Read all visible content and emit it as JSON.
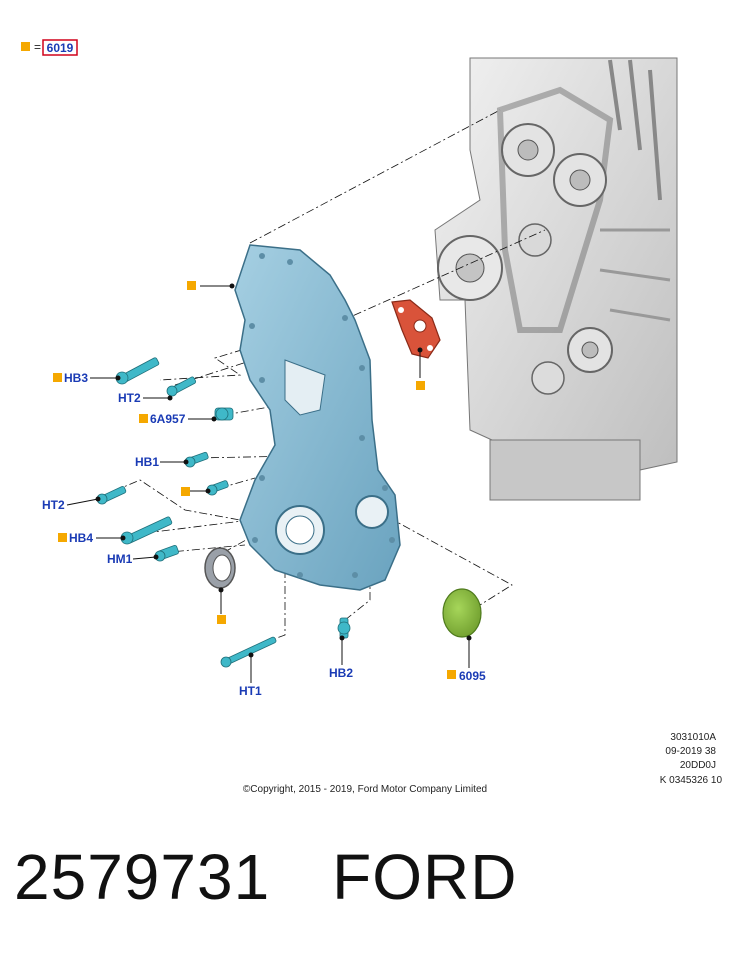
{
  "legend": {
    "equals": "=",
    "code": "6019"
  },
  "labels": {
    "hb3": "HB3",
    "ht2_a": "HT2",
    "a6a957": "6A957",
    "hb1": "HB1",
    "ht2_b": "HT2",
    "hb4": "HB4",
    "hm1": "HM1",
    "ht1": "HT1",
    "hb2": "HB2",
    "p6095": "6095"
  },
  "meta": {
    "line1": "3031010A",
    "line2": "09-2019 38",
    "line3": "20DD0J",
    "line4": "K 0345326 10",
    "copyright": "©Copyright, 2015 - 2019, Ford Motor Company Limited"
  },
  "caption": {
    "part_number": "2579731",
    "brand": "FORD"
  },
  "colors": {
    "cover": "#7fb3cc",
    "gasket": "#d9533a",
    "plug": "#8cbf3f",
    "bolt": "#3fb8c8",
    "highlight": "#f5a800",
    "label": "#1a3bb5",
    "engine": "#d8d8d8"
  }
}
